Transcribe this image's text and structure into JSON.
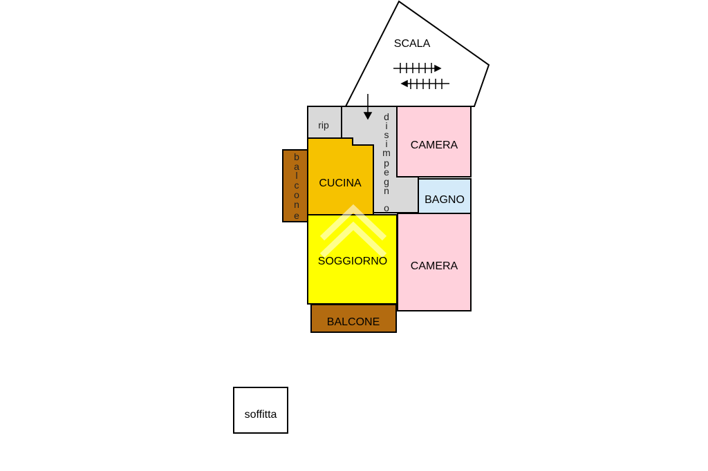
{
  "plan": {
    "colors": {
      "wall": "#000000",
      "camera": "#ffd1dc",
      "bagno": "#d4eaf9",
      "cucina": "#f6c200",
      "soggiorno": "#ffff00",
      "balcone": "#b36b10",
      "corridor": "#d9d9d9",
      "watermark": "#ffffff"
    },
    "rooms": {
      "scala": "SCALA",
      "rip": "rip",
      "disimpegno": [
        "d",
        "i",
        "s",
        "i",
        "m",
        "p",
        "e",
        "g",
        "n",
        "o"
      ],
      "camera_top": "CAMERA",
      "bagno": "BAGNO",
      "cucina": "CUCINA",
      "balcone_side": [
        "b",
        "a",
        "l",
        "c",
        "o",
        "n",
        "e"
      ],
      "soggiorno": "SOGGIORNO",
      "camera_bottom": "CAMERA",
      "balcone_bottom": "BALCONE",
      "soffitta": "soffitta"
    },
    "icons": {
      "stairs": "stairs-arrows-icon",
      "entrance": "entrance-arrow-icon",
      "watermark": "house-watermark-icon"
    }
  }
}
